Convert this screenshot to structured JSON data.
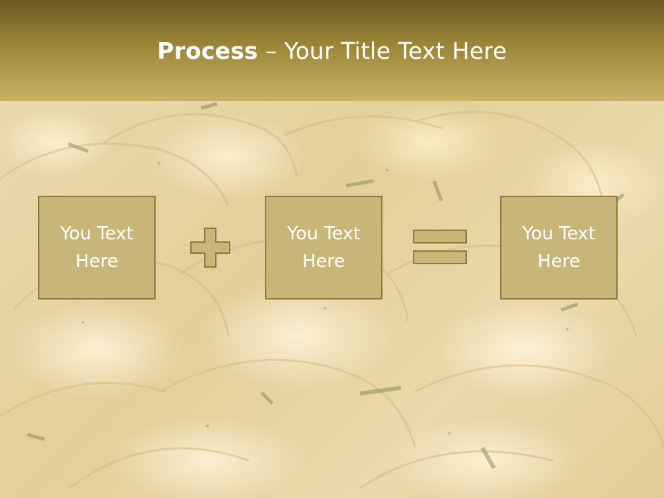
{
  "slide": {
    "title": {
      "bold": "Process",
      "rest": " – Your Title Text Here"
    },
    "boxes": [
      {
        "label": "You Text Here"
      },
      {
        "label": "You Text Here"
      },
      {
        "label": "You Text Here"
      }
    ],
    "operators": [
      "plus-icon",
      "equals-icon"
    ]
  },
  "colors": {
    "title_bar_top": "#6b5a22",
    "title_bar_bottom": "#c9b266",
    "box_fill": "#c8b679",
    "box_border": "#8e7a3c",
    "text": "#ffffff"
  }
}
